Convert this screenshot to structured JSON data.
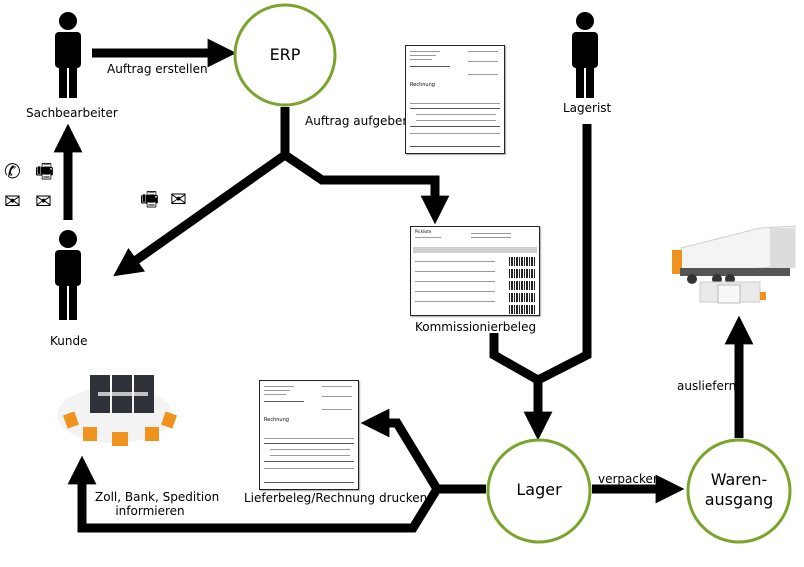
{
  "nodes": {
    "erp": {
      "label": "ERP"
    },
    "lager": {
      "label": "Lager"
    },
    "warenausgang": {
      "label_line1": "Waren-",
      "label_line2": "ausgang"
    }
  },
  "actors": {
    "sachbearbeiter": {
      "label": "Sachbearbeiter"
    },
    "lagerist": {
      "label": "Lagerist"
    },
    "kunde": {
      "label": "Kunde"
    }
  },
  "edges": {
    "auftrag_erstellen": "Auftrag erstellen",
    "auftrag_aufgeben": "Auftrag aufgeben",
    "kommissionierbeleg": "Kommissionierbeleg",
    "lieferbeleg_drucken": "Lieferbeleg/Rechnung drucken",
    "informieren_line1": "Zoll, Bank, Spedition",
    "informieren_line2": "informieren",
    "verpacken": "verpacken",
    "ausliefern": "ausliefern"
  },
  "documents": {
    "invoice_title": "Rechnung",
    "picking_title": "Pickliste"
  },
  "icons": {
    "phone": "phone-icon",
    "fax": "fax-icon",
    "mail": "mail-icon",
    "email": "email-icon",
    "phone_glyph": "✆",
    "fax_glyph": "🖷",
    "mail_glyph": "✉"
  },
  "colors": {
    "node_stroke": "#7aa52a",
    "arrow": "#000000",
    "accent_orange": "#f0921e"
  }
}
